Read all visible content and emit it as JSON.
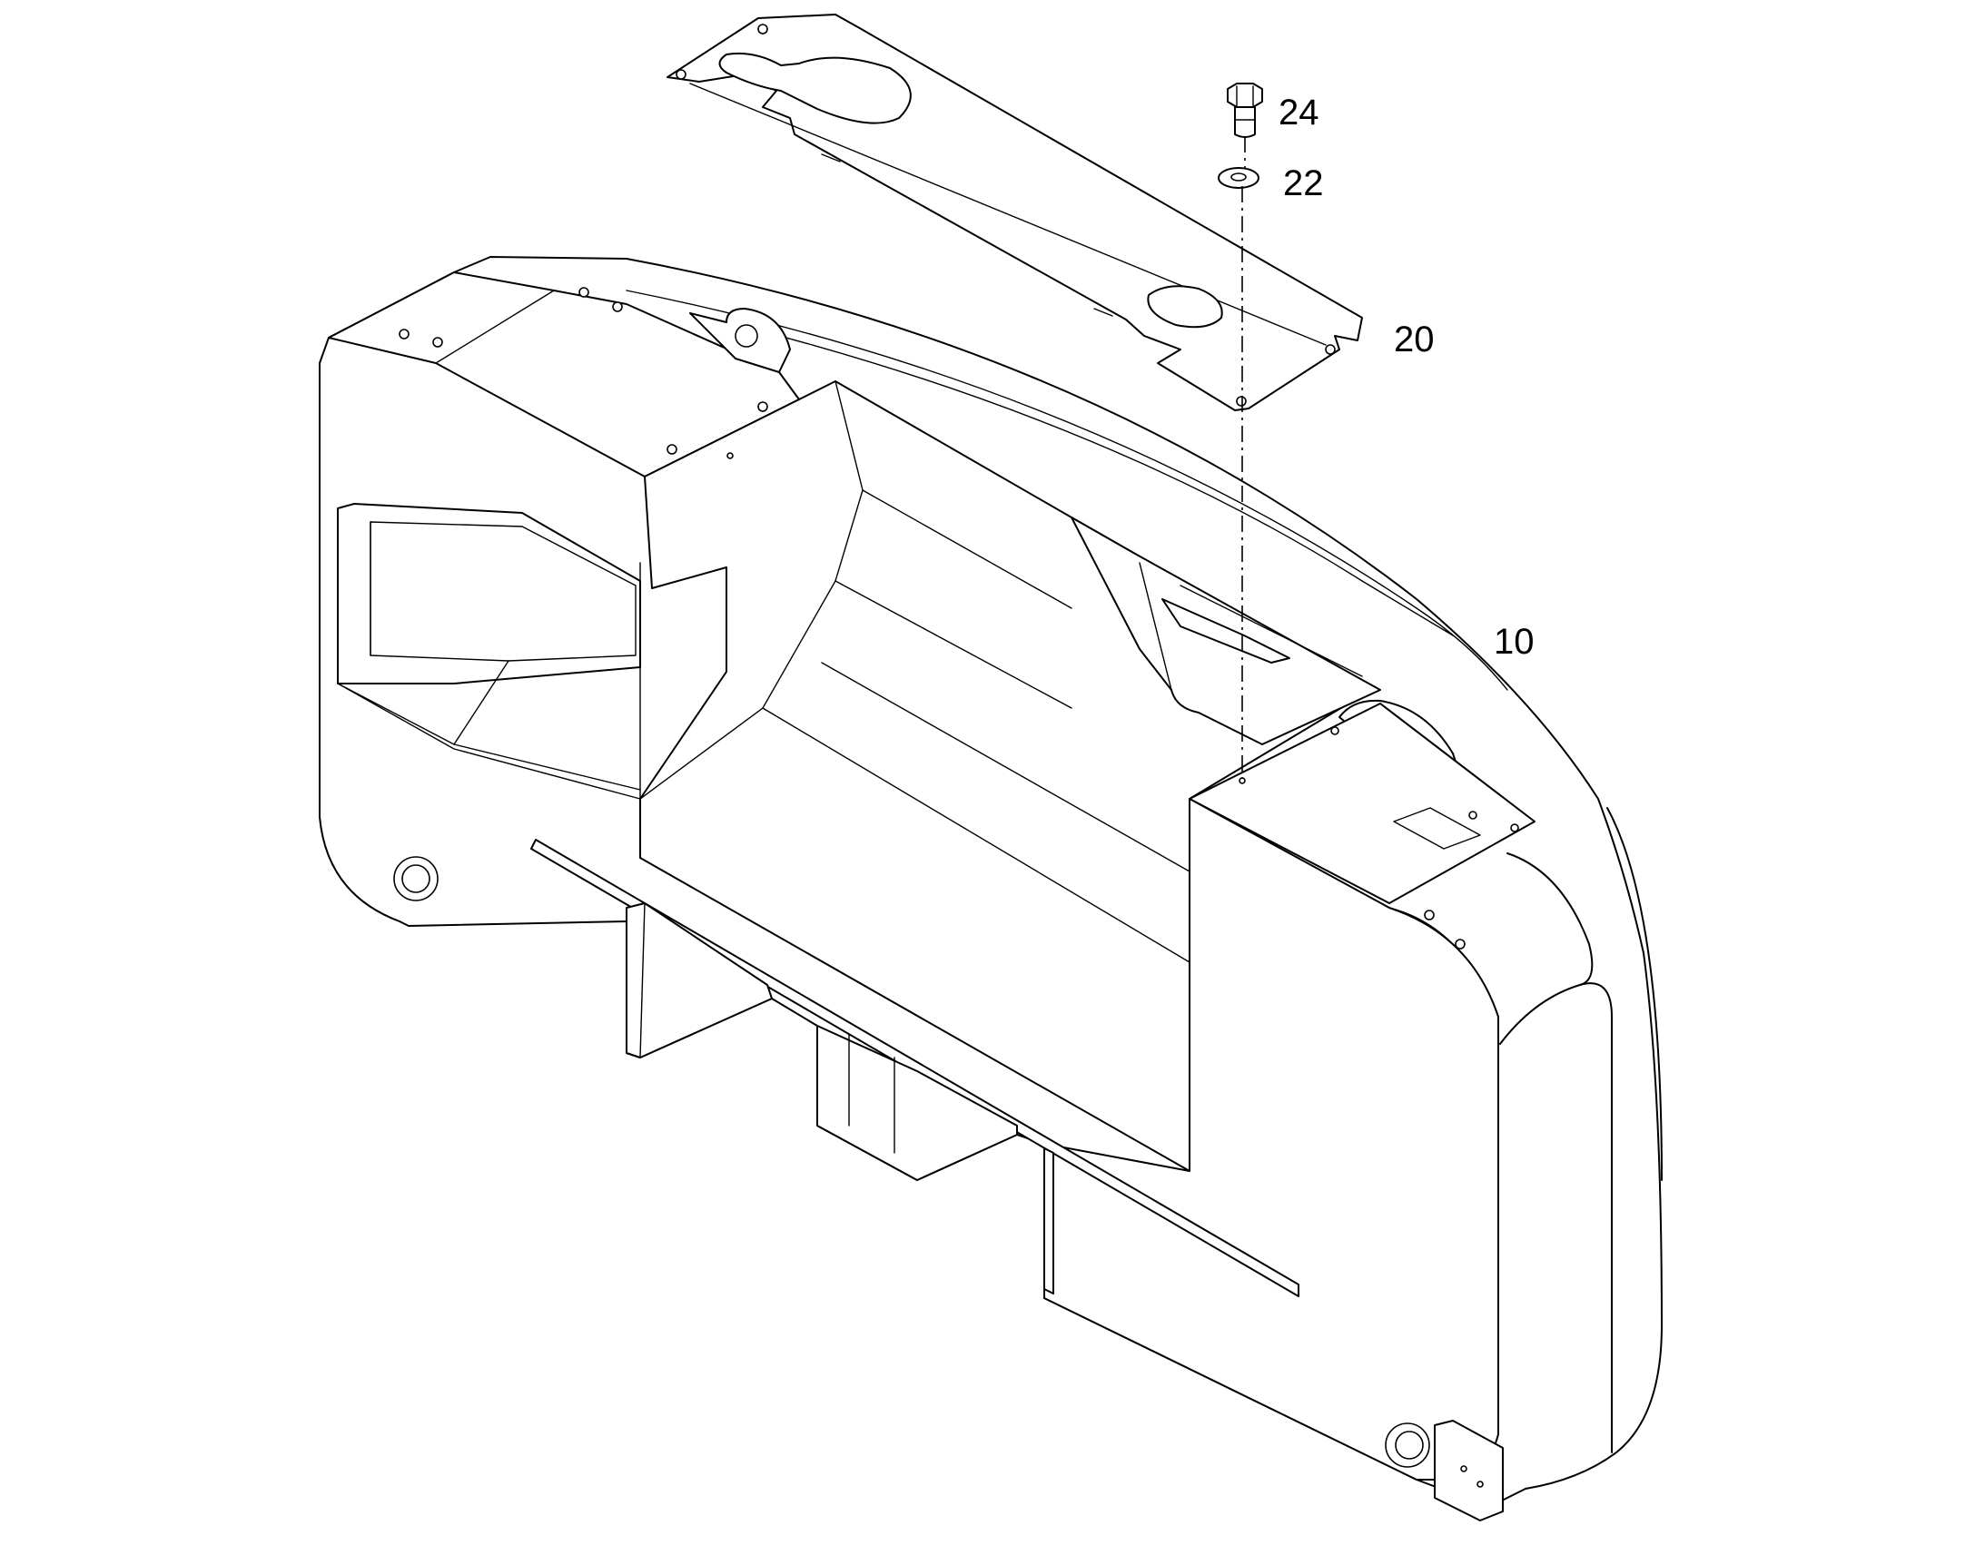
{
  "callouts": {
    "bolt": "24",
    "washer": "22",
    "plate": "20",
    "counterweight": "10"
  },
  "colors": {
    "line": "#000000",
    "background": "#ffffff"
  }
}
